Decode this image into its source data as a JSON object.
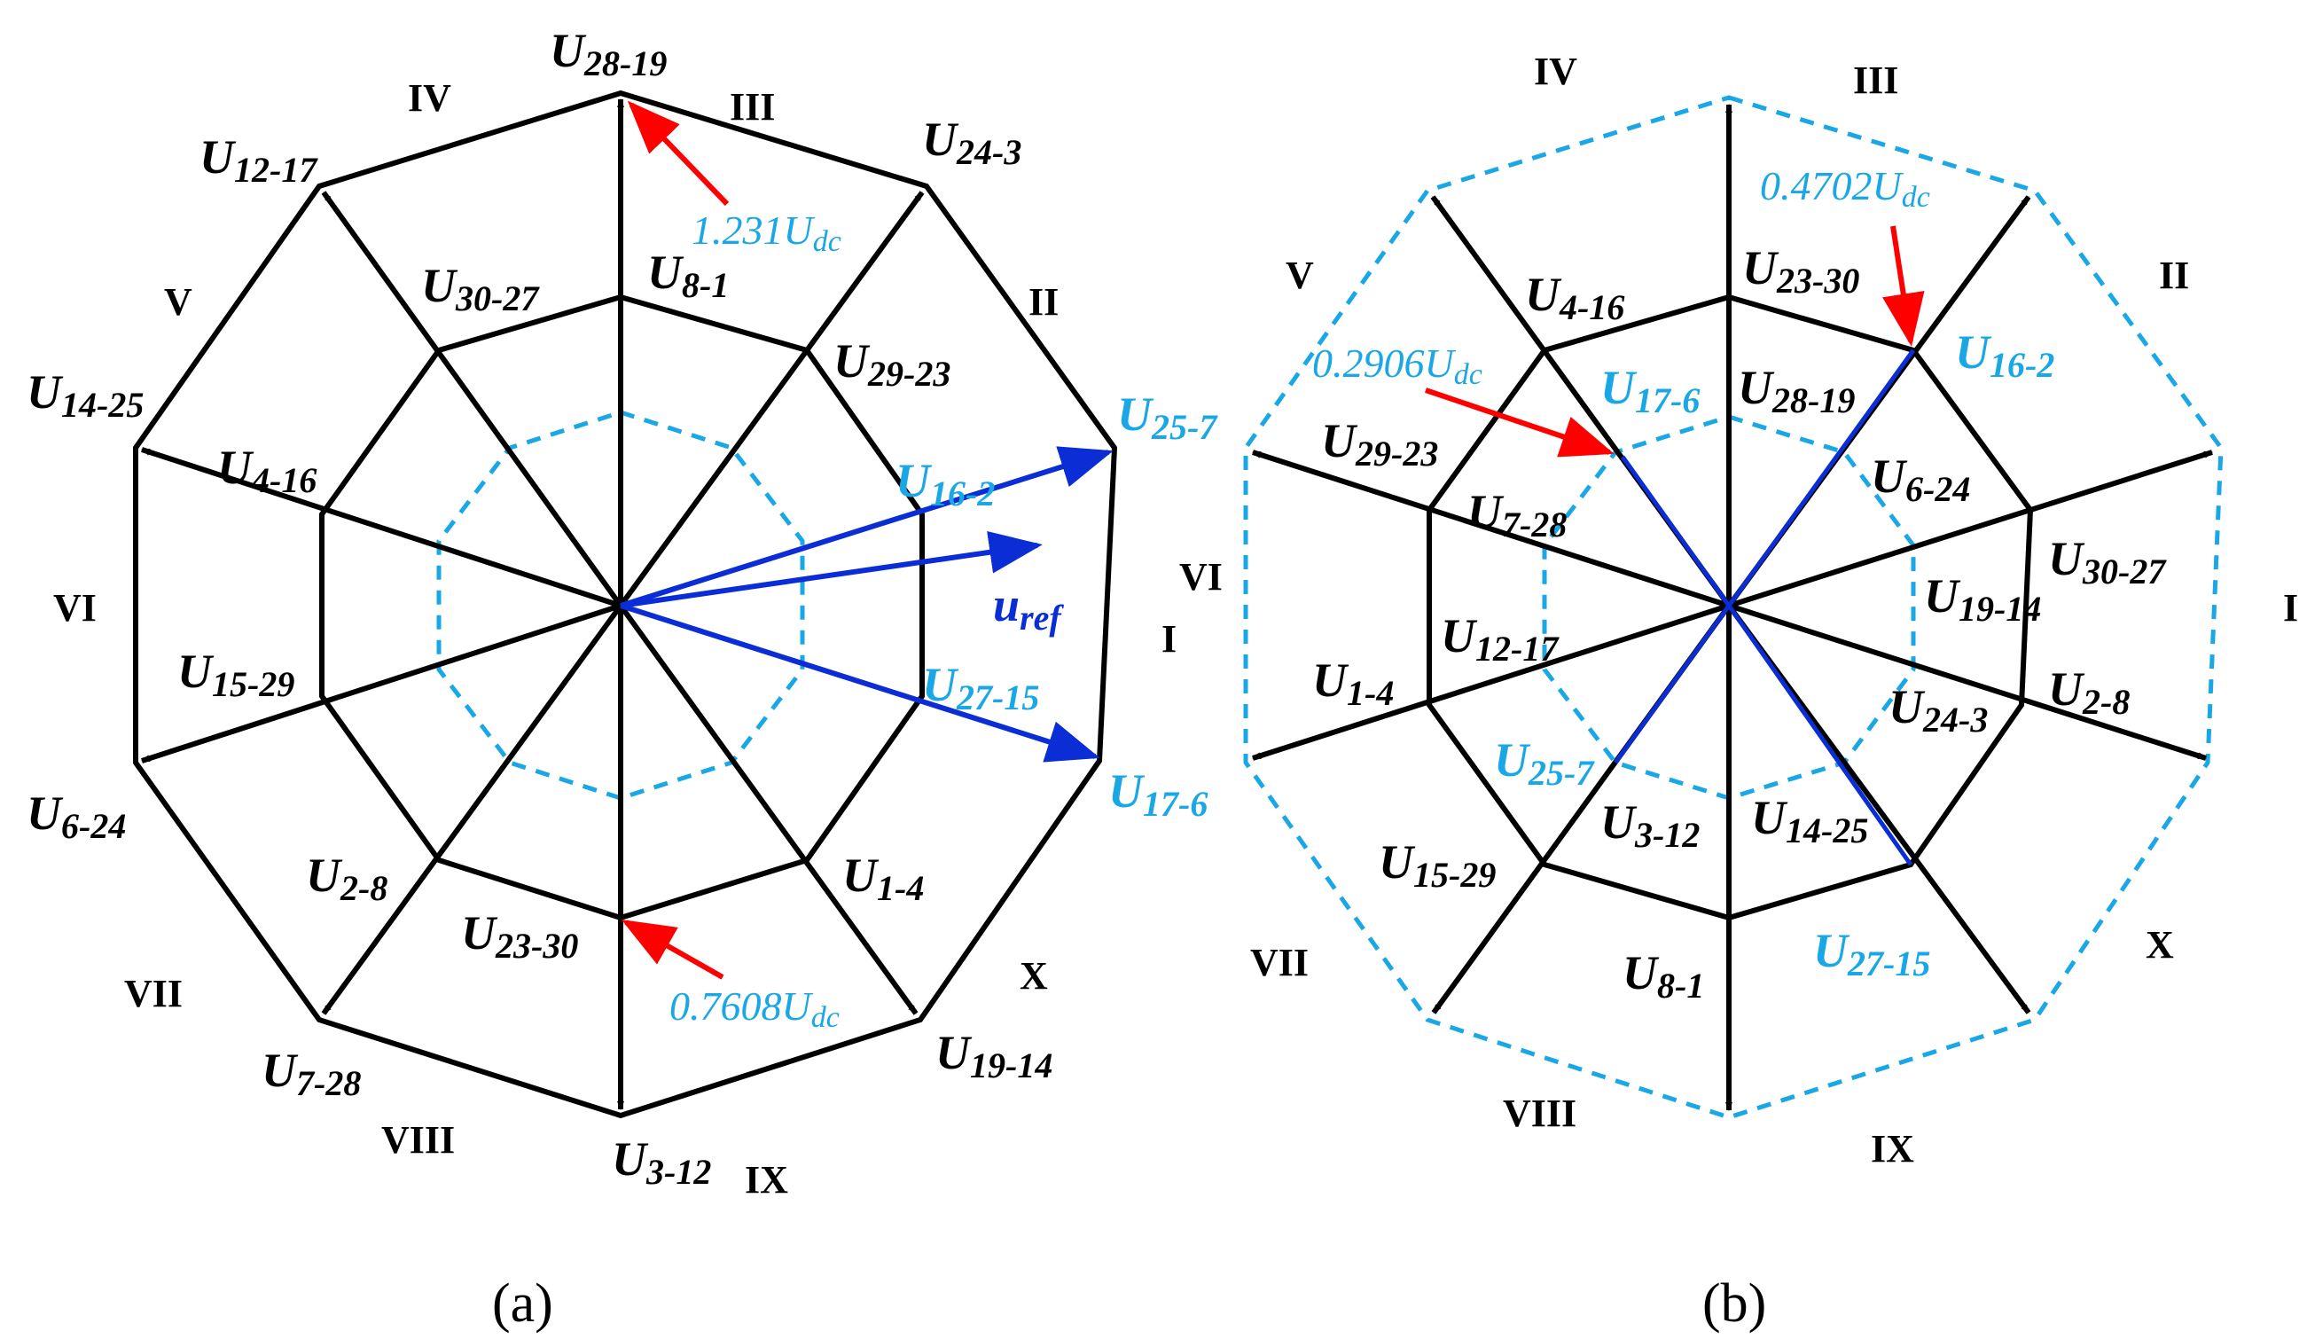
{
  "colors": {
    "black": "#000000",
    "blue": "#0a2dd6",
    "cyan": "#1aa7e6",
    "red": "#ff0000"
  },
  "panel_a": {
    "caption": "(a)",
    "outer_vectors": [
      "U28-19",
      "U24-3",
      "U25-7",
      "U17-6",
      "U19-14",
      "U3-12",
      "U7-28",
      "U6-24",
      "U14-25",
      "U12-17"
    ],
    "middle_vectors": [
      "U8-1",
      "U29-23",
      "U16-2",
      "U27-15",
      "U1-4",
      "U23-30",
      "U2-8",
      "U15-29",
      "U4-16",
      "U30-27"
    ],
    "reference_vector": "uref",
    "sectors": [
      "I",
      "II",
      "III",
      "IV",
      "V",
      "VI",
      "VII",
      "VIII",
      "IX",
      "X"
    ],
    "annotations": [
      {
        "value": "1.231",
        "unit": "U",
        "unit_sub": "dc"
      },
      {
        "value": "0.7608",
        "unit": "U",
        "unit_sub": "dc"
      }
    ]
  },
  "panel_b": {
    "caption": "(b)",
    "outer_vectors": [
      "U30-27",
      "U16-2",
      "U23-30",
      "U4-16",
      "U29-23",
      "U1-4",
      "U15-29",
      "U8-1",
      "U27-15",
      "U2-8"
    ],
    "inner_vectors": [
      "U6-24",
      "U28-19",
      "U17-6",
      "U7-28",
      "U12-17",
      "U25-7",
      "U3-12",
      "U14-25",
      "U24-3",
      "U19-14"
    ],
    "sectors": [
      "I",
      "II",
      "III",
      "IV",
      "V",
      "VI",
      "VII",
      "VIII",
      "IX",
      "X"
    ],
    "annotations": [
      {
        "value": "0.4702",
        "unit": "U",
        "unit_sub": "dc"
      },
      {
        "value": "0.2906",
        "unit": "U",
        "unit_sub": "dc"
      }
    ]
  }
}
